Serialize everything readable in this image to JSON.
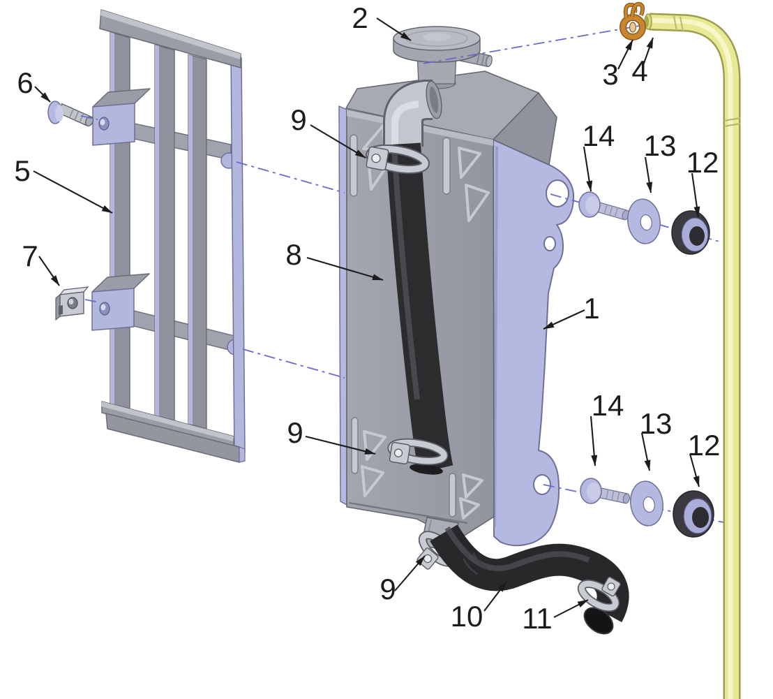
{
  "diagram": {
    "kind": "exploded-parts-diagram",
    "subject": "radiator assembly with guard, hoses and mounting hardware",
    "background_color": "#ffffff",
    "callout_count": 19
  },
  "colors": {
    "body_gray": "#9b9da8",
    "top_gray": "#a7a9b3",
    "light_edge": "#c6c8d2",
    "lavender": "#b5b8e0",
    "lavender_dark": "#6e7099",
    "silver": "#c9cbd3",
    "silver_dark": "#5a5c64",
    "hose_black": "#2c2c2f",
    "overflow_hose_yellow": "#e9e995",
    "overflow_hose_dark": "#9d9d4d",
    "spring_clamp_orange": "#c9862f",
    "centerline_blue": "#6a6ace",
    "label_color": "#1c1c1c"
  },
  "callouts": {
    "n1": {
      "text": "1"
    },
    "n2": {
      "text": "2"
    },
    "n3": {
      "text": "3"
    },
    "n4": {
      "text": "4"
    },
    "n5": {
      "text": "5"
    },
    "n6": {
      "text": "6"
    },
    "n7": {
      "text": "7"
    },
    "n8": {
      "text": "8"
    },
    "n9_top": {
      "text": "9"
    },
    "n9_mid": {
      "text": "9"
    },
    "n9_bottom": {
      "text": "9"
    },
    "n10": {
      "text": "10"
    },
    "n11": {
      "text": "11"
    },
    "n12_upper": {
      "text": "12"
    },
    "n13_upper": {
      "text": "13"
    },
    "n14_upper": {
      "text": "14"
    },
    "n12_lower": {
      "text": "12"
    },
    "n13_lower": {
      "text": "13"
    },
    "n14_lower": {
      "text": "14"
    }
  }
}
